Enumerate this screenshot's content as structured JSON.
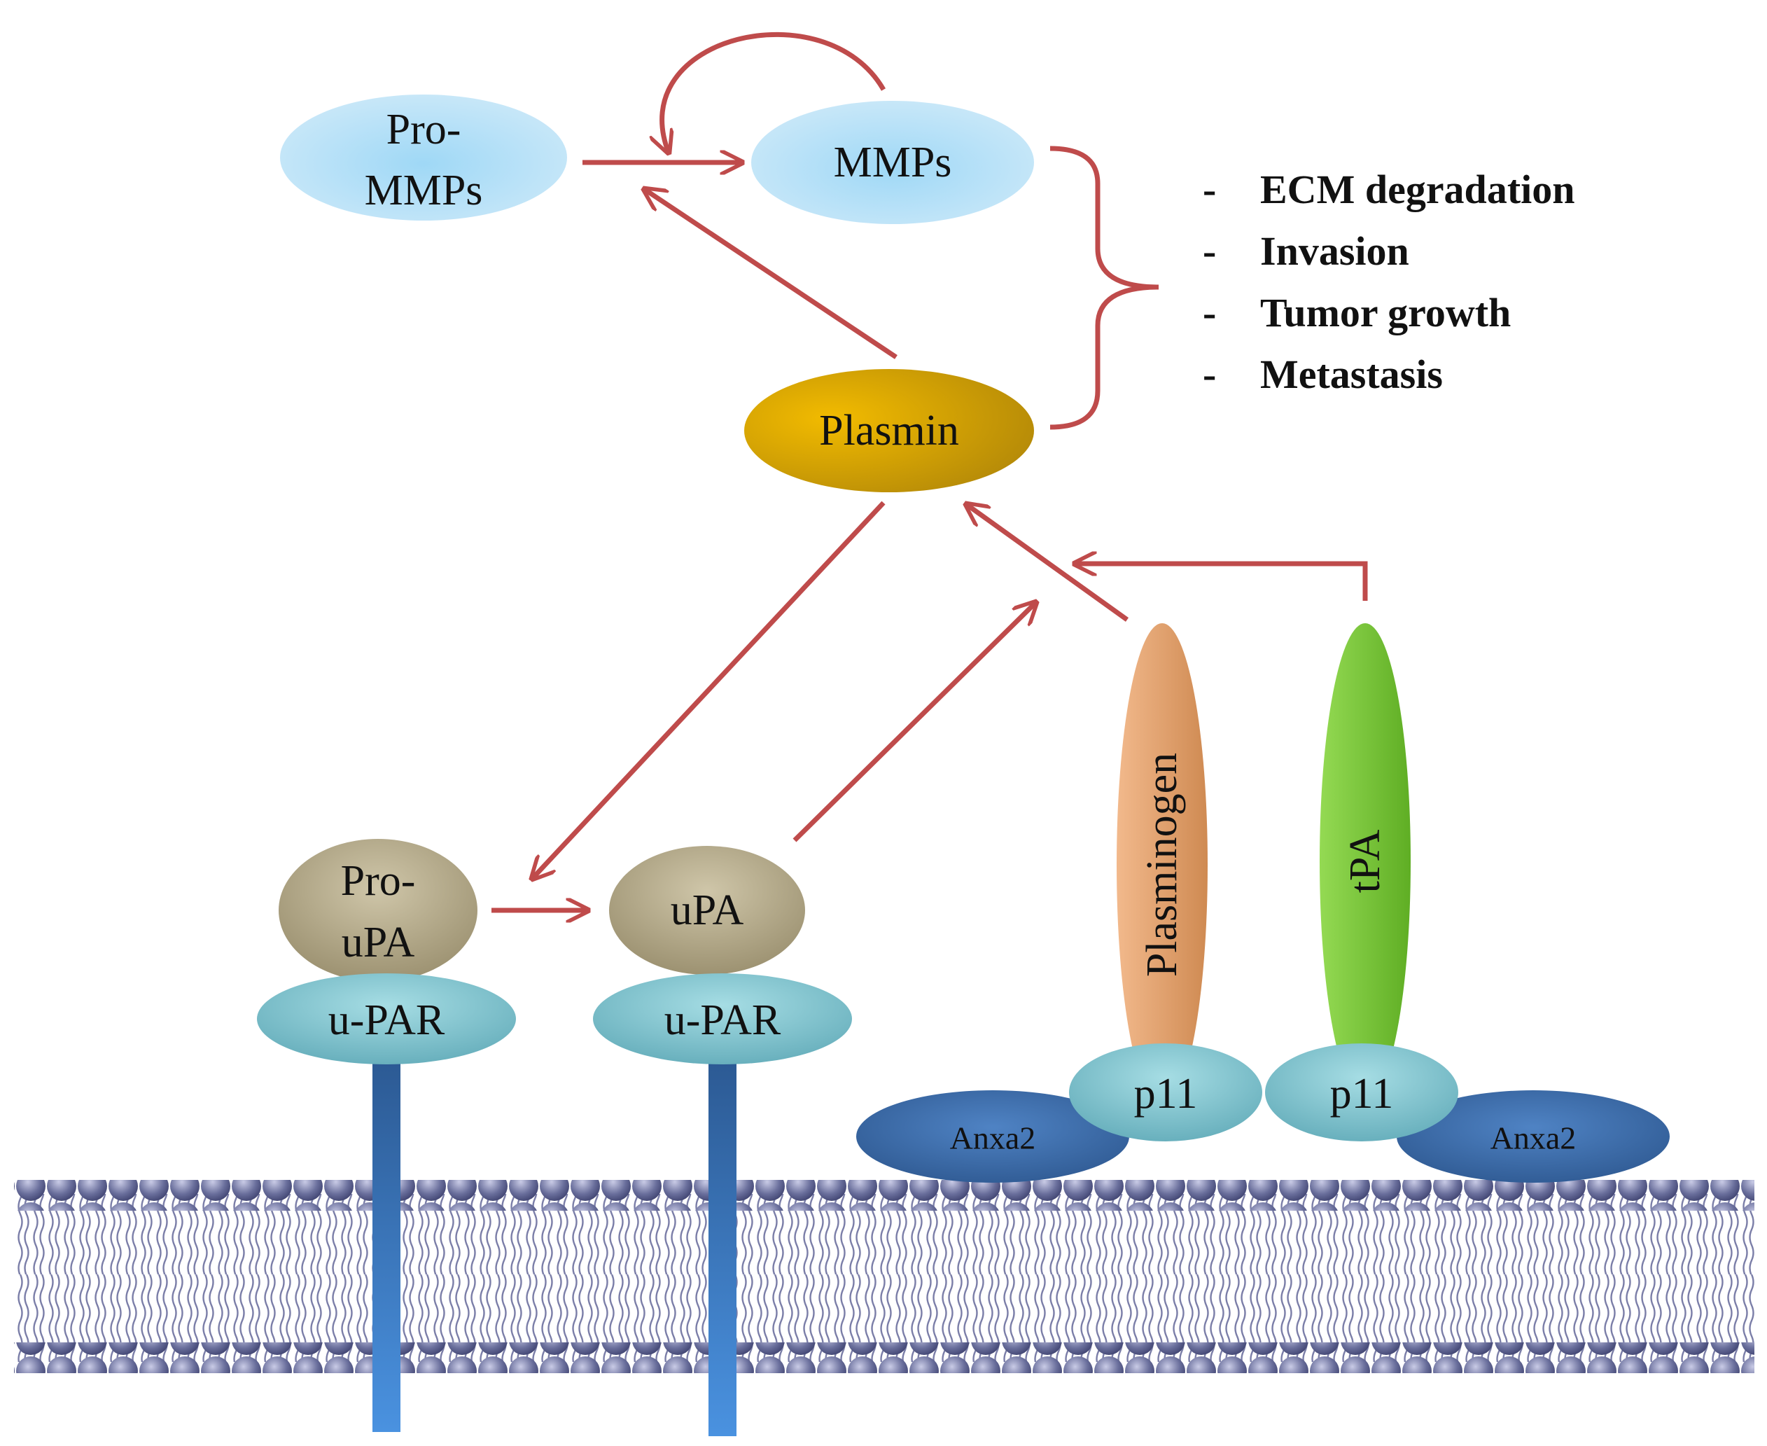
{
  "nodes": {
    "pro_mmps": {
      "line1": "Pro-",
      "line2": "MMPs"
    },
    "mmps": {
      "label": "MMPs"
    },
    "plasmin": {
      "label": "Plasmin"
    },
    "pro_upa": {
      "line1": "Pro-",
      "line2": "uPA"
    },
    "upa": {
      "label": "uPA"
    },
    "upar_left": {
      "label": "u-PAR"
    },
    "upar_right": {
      "label": "u-PAR"
    },
    "plasminogen": {
      "label": "Plasminogen"
    },
    "tpa": {
      "label": "tPA"
    },
    "p11_left": {
      "label": "p11"
    },
    "p11_right": {
      "label": "p11"
    },
    "anxa2_left": {
      "label": "Anxa2"
    },
    "anxa2_right": {
      "label": "Anxa2"
    }
  },
  "outcomes": {
    "bullet": "-",
    "items": [
      "ECM degradation",
      "Invasion",
      "Tumor growth",
      "Metastasis"
    ]
  },
  "colors": {
    "arrow": "#bf4b4b",
    "mmp_blue": "#9fd8f4",
    "plasmin_gold": "#e3a800",
    "pa_olive": "#b2a88a",
    "upar_teal": "#7fc2cc",
    "anxa2_blue": "#3b69a8",
    "plasminogen_peach": "#e9a474",
    "tpa_green": "#7ccb3d",
    "membrane_head": "#5c6190",
    "receptor_stem": "#3a78c8"
  }
}
